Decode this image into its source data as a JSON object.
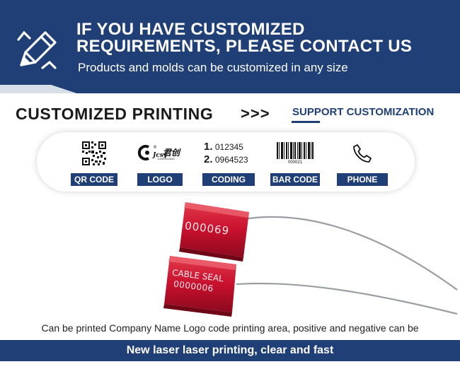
{
  "banner": {
    "headline_line1": "IF YOU HAVE CUSTOMIZED",
    "headline_line2": "REQUIREMENTS, PLEASE CONTACT US",
    "subtitle": "Products and molds can be customized in any size",
    "icon": "pencil-icon",
    "color": "#1f3f76"
  },
  "section": {
    "title": "CUSTOMIZED PRINTING",
    "arrows": ">>>",
    "support_text": "SUPPORT CUSTOMIZATION"
  },
  "options": {
    "qr_label": "QR CODE",
    "logo_label": "LOGO",
    "logo_text": "君创",
    "logo_subtext": "JUNCHUANG",
    "coding_label": "CODING",
    "coding_line1_num": "1.",
    "coding_line1_value": "012345",
    "coding_line2_num": "2.",
    "coding_line2_value": "0964523",
    "barcode_label": "BAR CODE",
    "barcode_number": "000021",
    "phone_label": "PHONE",
    "phone_icon": "phone-icon"
  },
  "product": {
    "seal1_text": "000069",
    "seal2_line1": "CABLE SEAL",
    "seal2_line2": "0000006",
    "seal_color": "#c8102e"
  },
  "caption": "Can be printed Company Name Logo code printing area, positive and negative can be",
  "footer": "New laser laser printing, clear and fast"
}
